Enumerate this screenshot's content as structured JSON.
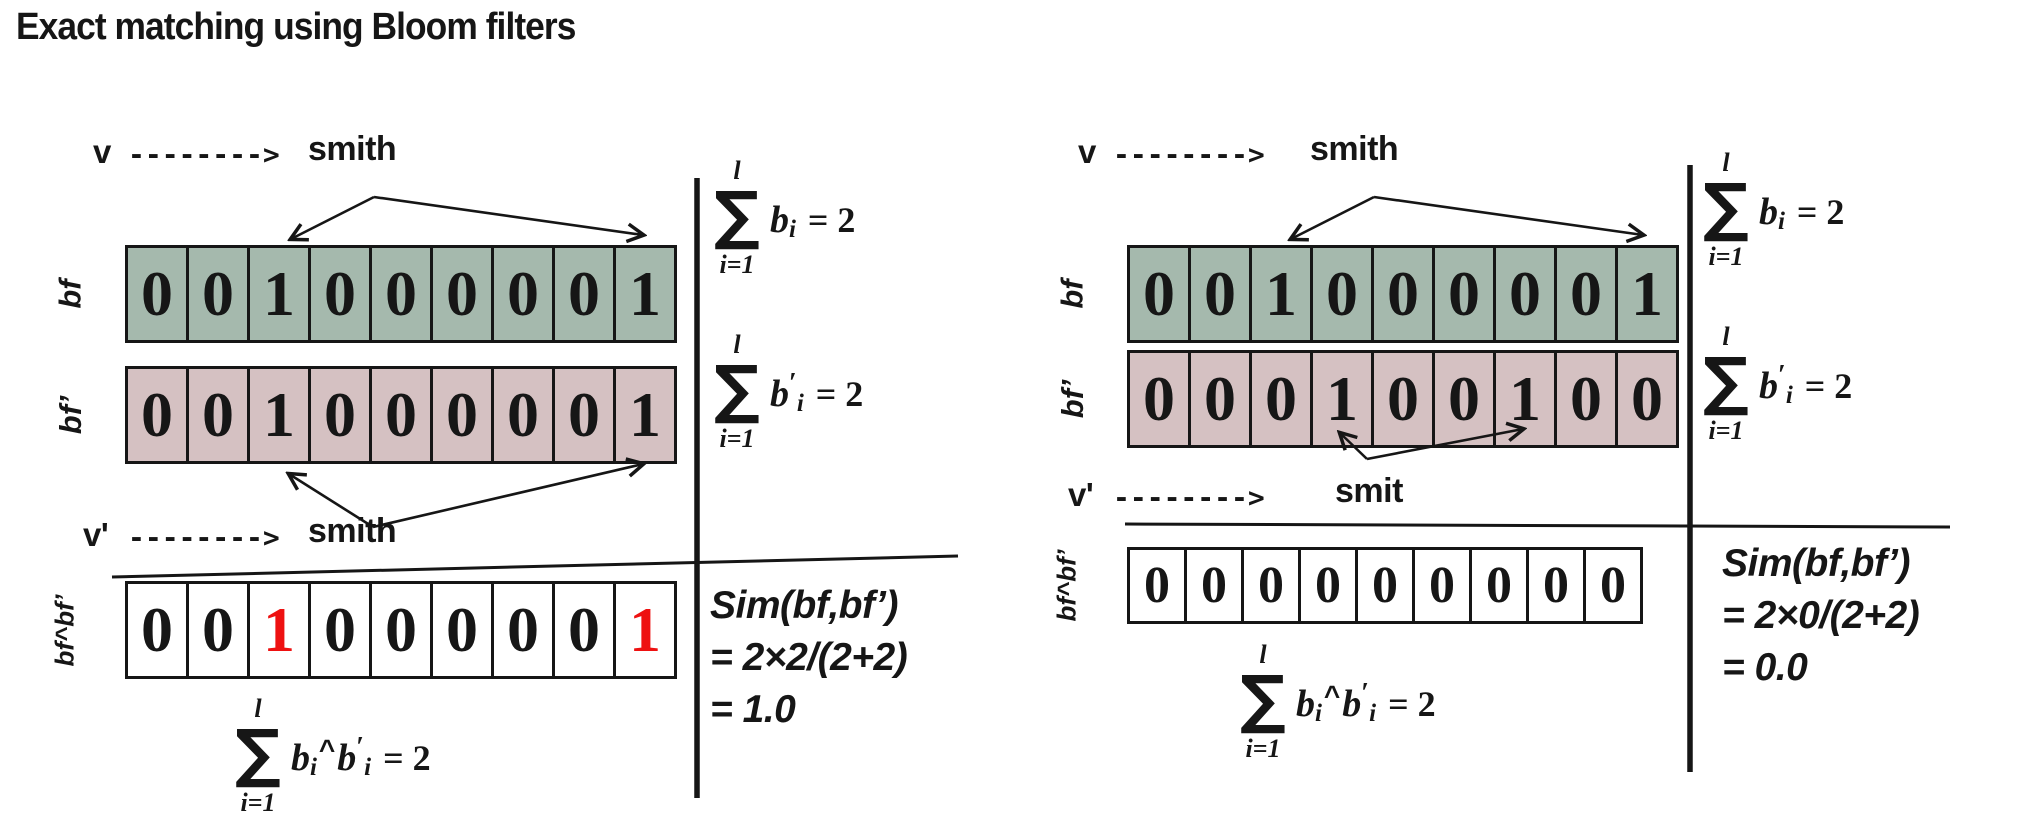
{
  "title": "Exact matching using Bloom filters",
  "colors": {
    "bf_fill": "#a5b9ad",
    "bf_prime_fill": "#d5c1c2",
    "xor_fill": "#ffffff",
    "highlight": "#ee1111",
    "ink": "#161616"
  },
  "panels": [
    {
      "v_label": "v",
      "v_arrow": "-------->",
      "v_word": "smith",
      "bf_label": "bf",
      "bf_row": {
        "values": [
          "0",
          "0",
          "1",
          "0",
          "0",
          "0",
          "0",
          "0",
          "1"
        ],
        "highlight_indices": []
      },
      "bf_prime_label": "bf’",
      "bf_prime_row": {
        "values": [
          "0",
          "0",
          "1",
          "0",
          "0",
          "0",
          "0",
          "0",
          "1"
        ],
        "highlight_indices": []
      },
      "v_prime_label": "v'",
      "v_prime_arrow": "-------->",
      "v_prime_word": "smith",
      "xor_label": "bf^bf’",
      "xor_row": {
        "values": [
          "0",
          "0",
          "1",
          "0",
          "0",
          "0",
          "0",
          "0",
          "1"
        ],
        "highlight_indices": [
          2,
          8
        ]
      },
      "sum_b": {
        "upper": "l",
        "sigma": "∑",
        "lower": "i=1",
        "tokens": [
          {
            "t": "vi",
            "v": "b"
          },
          {
            "t": "sub",
            "v": "i"
          },
          {
            "t": "rhs",
            "v": "= 2"
          }
        ]
      },
      "sum_bp": {
        "upper": "l",
        "sigma": "∑",
        "lower": "i=1",
        "tokens": [
          {
            "t": "vi",
            "v": "b"
          },
          {
            "t": "pr",
            "v": "′"
          },
          {
            "t": "sub",
            "v": "i"
          },
          {
            "t": "rhs",
            "v": "= 2"
          }
        ]
      },
      "xor_sum": {
        "upper": "l",
        "sigma": "∑",
        "lower": "i=1",
        "tokens": [
          {
            "t": "vi",
            "v": "b"
          },
          {
            "t": "sub",
            "v": "i"
          },
          {
            "t": "op",
            "v": "^"
          },
          {
            "t": "vi",
            "v": "b"
          },
          {
            "t": "pr",
            "v": "′"
          },
          {
            "t": "sub",
            "v": "i"
          },
          {
            "t": "rhs",
            "v": "= 2"
          }
        ]
      },
      "sim": {
        "line1": "Sim(bf,bf’)",
        "line2": "= 2×2/(2+2)",
        "line3": "= 1.0"
      }
    },
    {
      "v_label": "v",
      "v_arrow": "-------->",
      "v_word": "smith",
      "bf_label": "bf",
      "bf_row": {
        "values": [
          "0",
          "0",
          "1",
          "0",
          "0",
          "0",
          "0",
          "0",
          "1"
        ],
        "highlight_indices": []
      },
      "bf_prime_label": "bf’",
      "bf_prime_row": {
        "values": [
          "0",
          "0",
          "0",
          "1",
          "0",
          "0",
          "1",
          "0",
          "0"
        ],
        "highlight_indices": []
      },
      "v_prime_label": "v'",
      "v_prime_arrow": "-------->",
      "v_prime_word": "smit",
      "xor_label": "bf^bf’",
      "xor_row": {
        "values": [
          "0",
          "0",
          "0",
          "0",
          "0",
          "0",
          "0",
          "0",
          "0"
        ],
        "highlight_indices": []
      },
      "sum_b": {
        "upper": "l",
        "sigma": "∑",
        "lower": "i=1",
        "tokens": [
          {
            "t": "vi",
            "v": "b"
          },
          {
            "t": "sub",
            "v": "i"
          },
          {
            "t": "rhs",
            "v": "= 2"
          }
        ]
      },
      "sum_bp": {
        "upper": "l",
        "sigma": "∑",
        "lower": "i=1",
        "tokens": [
          {
            "t": "vi",
            "v": "b"
          },
          {
            "t": "pr",
            "v": "′"
          },
          {
            "t": "sub",
            "v": "i"
          },
          {
            "t": "rhs",
            "v": "= 2"
          }
        ]
      },
      "xor_sum": {
        "upper": "l",
        "sigma": "∑",
        "lower": "i=1",
        "tokens": [
          {
            "t": "vi",
            "v": "b"
          },
          {
            "t": "sub",
            "v": "i"
          },
          {
            "t": "op",
            "v": "^"
          },
          {
            "t": "vi",
            "v": "b"
          },
          {
            "t": "pr",
            "v": "′"
          },
          {
            "t": "sub",
            "v": "i"
          },
          {
            "t": "rhs",
            "v": "= 2"
          }
        ]
      },
      "sim": {
        "line1": "Sim(bf,bf’)",
        "line2": "= 2×0/(2+2)",
        "line3": "= 0.0"
      }
    }
  ]
}
